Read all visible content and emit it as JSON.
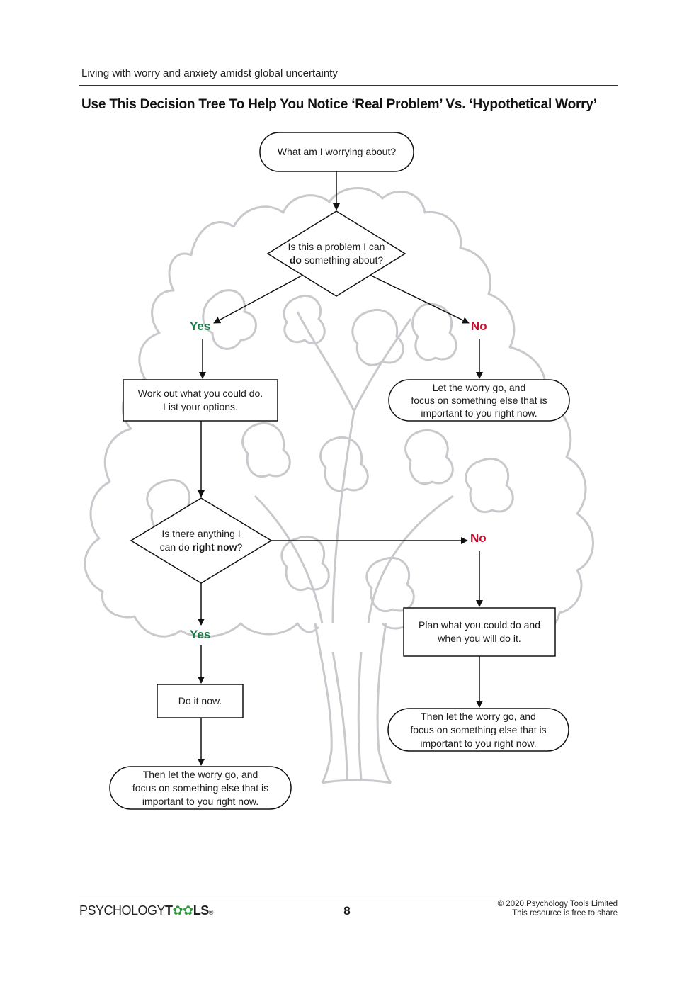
{
  "header": {
    "subtitle": "Living with worry and anxiety amidst global uncertainty",
    "title": "Use This Decision Tree To Help You Notice ‘Real Problem’ Vs. ‘Hypothetical Worry’"
  },
  "nodes": {
    "start": "What am I worrying about?",
    "q1_pre": "Is this a problem I can",
    "q1_bold": "do",
    "q1_post": "something about?",
    "yes1": "Yes",
    "no1": "No",
    "work_out_line1": "Work out what you could do.",
    "work_out_line2": "List your options.",
    "let_go1_line1": "Let the worry go, and",
    "let_go1_line2": "focus on something else that is",
    "let_go1_line3": "important to you right now.",
    "q2_pre": "Is there anything I",
    "q2_mid": "can do",
    "q2_bold": "right now",
    "q2_post": "?",
    "no2": "No",
    "yes2": "Yes",
    "plan_line1": "Plan what you could do and",
    "plan_line2": "when you will do it.",
    "do_now": "Do it now.",
    "let_go2_line1": "Then let the worry go, and",
    "let_go2_line2": "focus on something else that is",
    "let_go2_line3": "important to you right now.",
    "let_go3_line1": "Then let the worry go, and",
    "let_go3_line2": "focus on something else that is",
    "let_go3_line3": "important to you right now."
  },
  "footer": {
    "brand_light": "PSYCHOLOGY",
    "brand_t": "T",
    "brand_gears": "✿✿",
    "brand_ls": "LS",
    "brand_reg": "®",
    "page_number": "8",
    "copyright_line1": "© 2020 Psychology Tools Limited",
    "copyright_line2": "This resource is free to share"
  },
  "colors": {
    "yes": "#1a7a4a",
    "no": "#c8102e",
    "tree": "#c9c9cd",
    "brand_green": "#2e9a3e"
  }
}
